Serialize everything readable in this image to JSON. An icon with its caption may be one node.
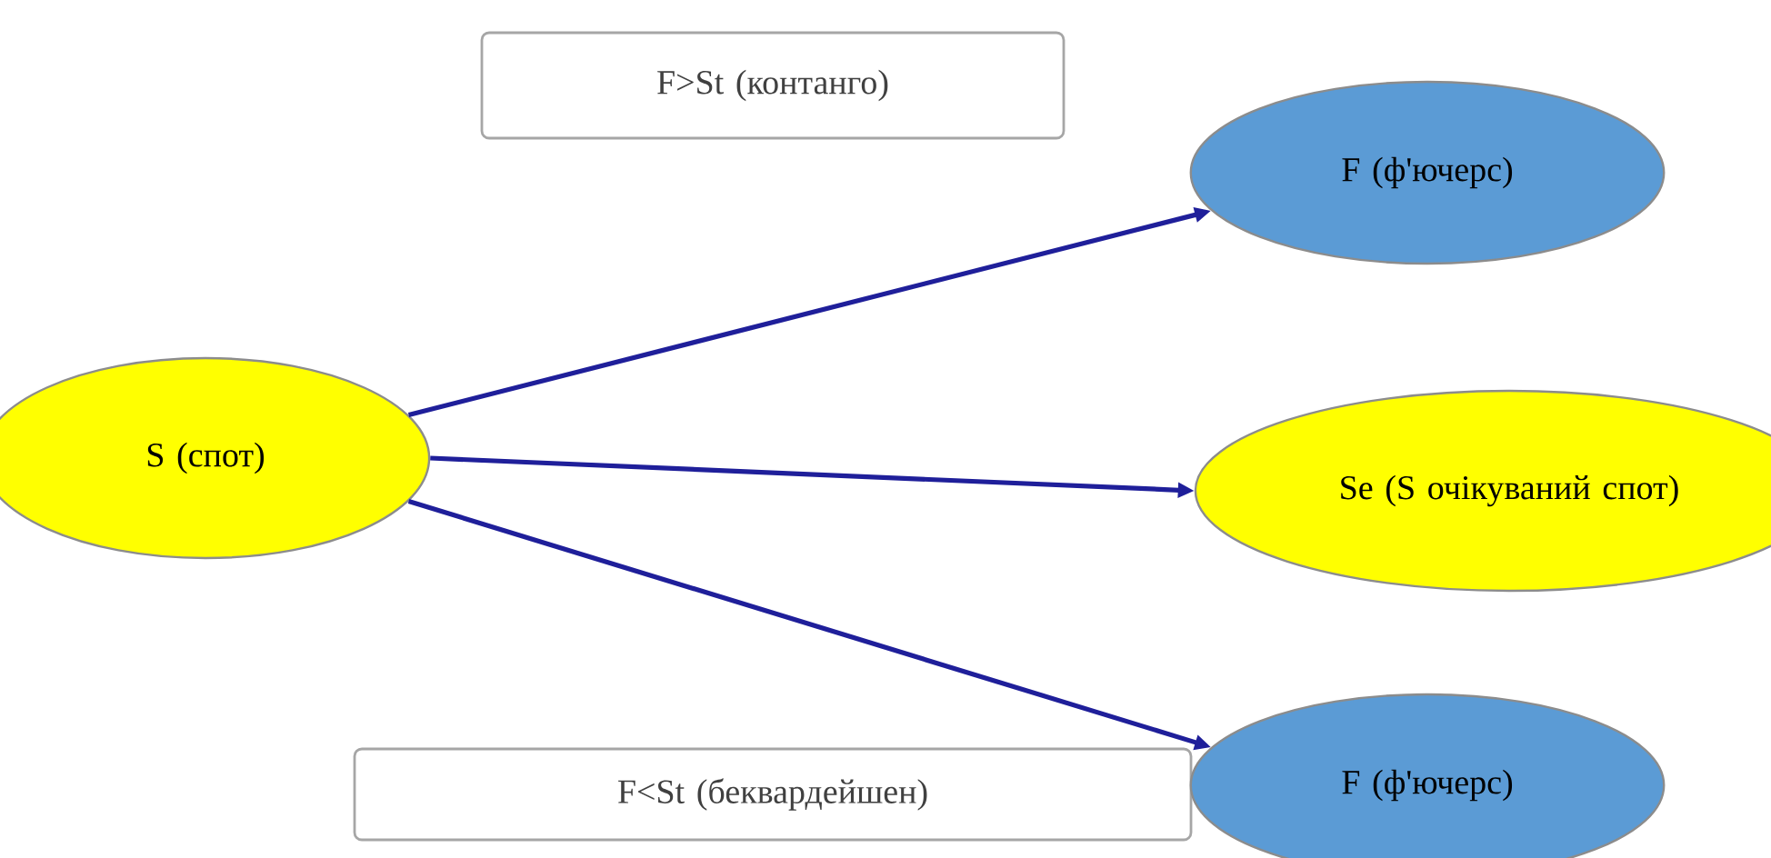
{
  "diagram": {
    "nodes": [
      {
        "text": [
          "F>St (контанго)"
        ]
      },
      {
        "text": [
          "S (спот)"
        ]
      },
      {
        "text": [
          "F (ф'ючерс)"
        ]
      },
      {
        "text": [
          "Se (S очікуваний спот)"
        ]
      },
      {
        "text": [
          "F<St (беквардейшен)"
        ]
      },
      {
        "text": [
          "F (ф'ючерс)"
        ]
      }
    ],
    "edges": [
      {
        "from": 1,
        "to": 2,
        "arrow": "to"
      },
      {
        "from": 1,
        "to": 3,
        "arrow": "to"
      },
      {
        "from": 1,
        "to": 5,
        "arrow": "to"
      }
    ]
  }
}
